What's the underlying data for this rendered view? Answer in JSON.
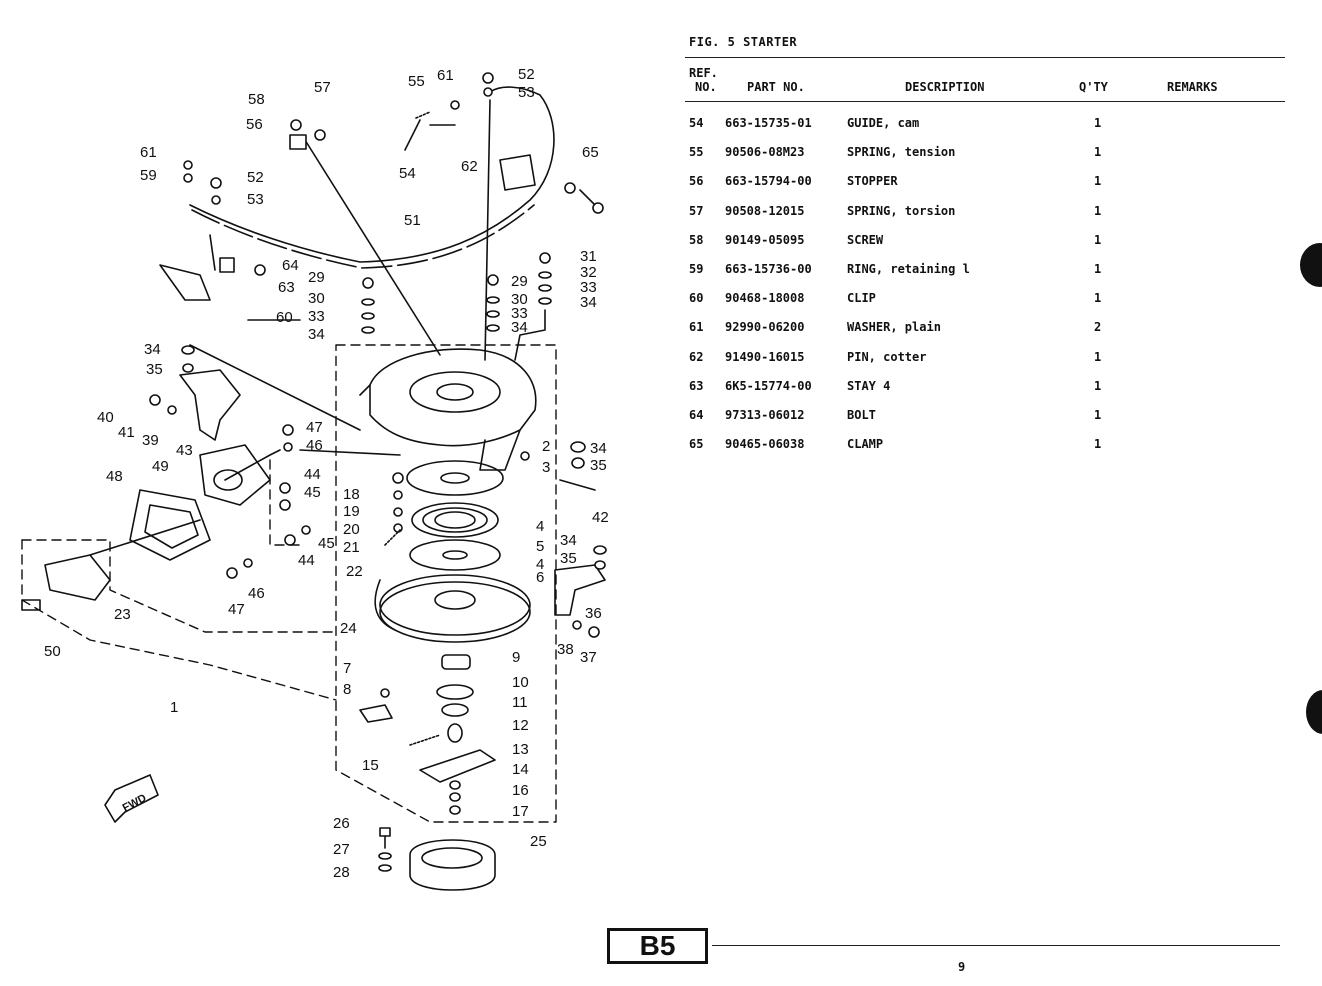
{
  "figure": {
    "title": "FIG.  5  STARTER"
  },
  "table": {
    "headers": {
      "ref_line1": "REF.",
      "ref_line2": "NO.",
      "part_no": "PART NO.",
      "description": "DESCRIPTION",
      "qty": "Q'TY",
      "remarks": "REMARKS"
    },
    "rows": [
      {
        "ref": "54",
        "part_no": "663-15735-01",
        "description": "GUIDE, cam",
        "qty": "1",
        "remarks": ""
      },
      {
        "ref": "55",
        "part_no": "90506-08M23",
        "description": "SPRING, tension",
        "qty": "1",
        "remarks": ""
      },
      {
        "ref": "56",
        "part_no": "663-15794-00",
        "description": "STOPPER",
        "qty": "1",
        "remarks": ""
      },
      {
        "ref": "57",
        "part_no": "90508-12015",
        "description": "SPRING, torsion",
        "qty": "1",
        "remarks": ""
      },
      {
        "ref": "58",
        "part_no": "90149-05095",
        "description": "SCREW",
        "qty": "1",
        "remarks": ""
      },
      {
        "ref": "59",
        "part_no": "663-15736-00",
        "description": "RING, retaining l",
        "qty": "1",
        "remarks": ""
      },
      {
        "ref": "60",
        "part_no": "90468-18008",
        "description": "CLIP",
        "qty": "1",
        "remarks": ""
      },
      {
        "ref": "61",
        "part_no": "92990-06200",
        "description": "WASHER, plain",
        "qty": "2",
        "remarks": ""
      },
      {
        "ref": "62",
        "part_no": "91490-16015",
        "description": "PIN, cotter",
        "qty": "1",
        "remarks": ""
      },
      {
        "ref": "63",
        "part_no": "6K5-15774-00",
        "description": "STAY 4",
        "qty": "1",
        "remarks": ""
      },
      {
        "ref": "64",
        "part_no": "97313-06012",
        "description": "BOLT",
        "qty": "1",
        "remarks": ""
      },
      {
        "ref": "65",
        "part_no": "90465-06038",
        "description": "CLAMP",
        "qty": "1",
        "remarks": ""
      }
    ]
  },
  "diagram": {
    "fwd_label": "FWD",
    "callouts": [
      "55",
      "61",
      "52",
      "53",
      "58",
      "57",
      "56",
      "54",
      "62",
      "65",
      "61",
      "59",
      "52",
      "53",
      "51",
      "64",
      "63",
      "60",
      "29",
      "30",
      "33",
      "34",
      "29",
      "30",
      "33",
      "34",
      "31",
      "32",
      "33",
      "34",
      "34",
      "35",
      "40",
      "41",
      "39",
      "47",
      "46",
      "43",
      "49",
      "44",
      "45",
      "48",
      "18",
      "19",
      "20",
      "21",
      "22",
      "2",
      "3",
      "34",
      "35",
      "42",
      "4",
      "5",
      "4",
      "6",
      "34",
      "35",
      "36",
      "38",
      "37",
      "45",
      "44",
      "47",
      "46",
      "23",
      "24",
      "50",
      "1",
      "9",
      "10",
      "11",
      "12",
      "13",
      "14",
      "15",
      "16",
      "17",
      "7",
      "8",
      "26",
      "27",
      "28",
      "25"
    ]
  },
  "footer": {
    "section_badge": "B5",
    "page_number": "9"
  }
}
